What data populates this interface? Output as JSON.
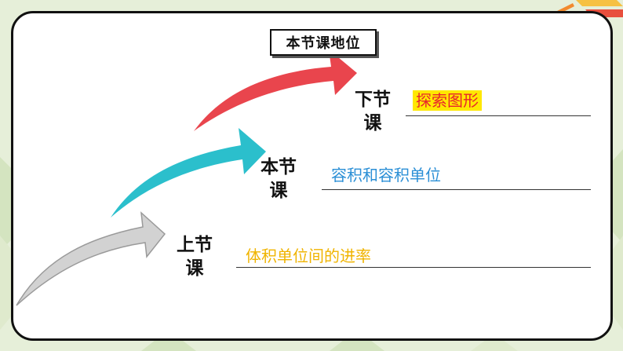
{
  "title": "本节课地位",
  "stages": [
    {
      "label": "下节课",
      "topic": "探索图形",
      "topic_color": "#e8242b",
      "highlight": "#ffe800",
      "arrow_color": "#e9454d"
    },
    {
      "label": "本节课",
      "topic": "容积和容积单位",
      "topic_color": "#2b8fd6",
      "highlight": "",
      "arrow_color": "#2bbfcc"
    },
    {
      "label": "上节课",
      "topic": "体积单位间的进率",
      "topic_color": "#f0b400",
      "highlight": "",
      "arrow_color": "#cfcfcf"
    }
  ],
  "icons": [
    "pencil-icon"
  ]
}
